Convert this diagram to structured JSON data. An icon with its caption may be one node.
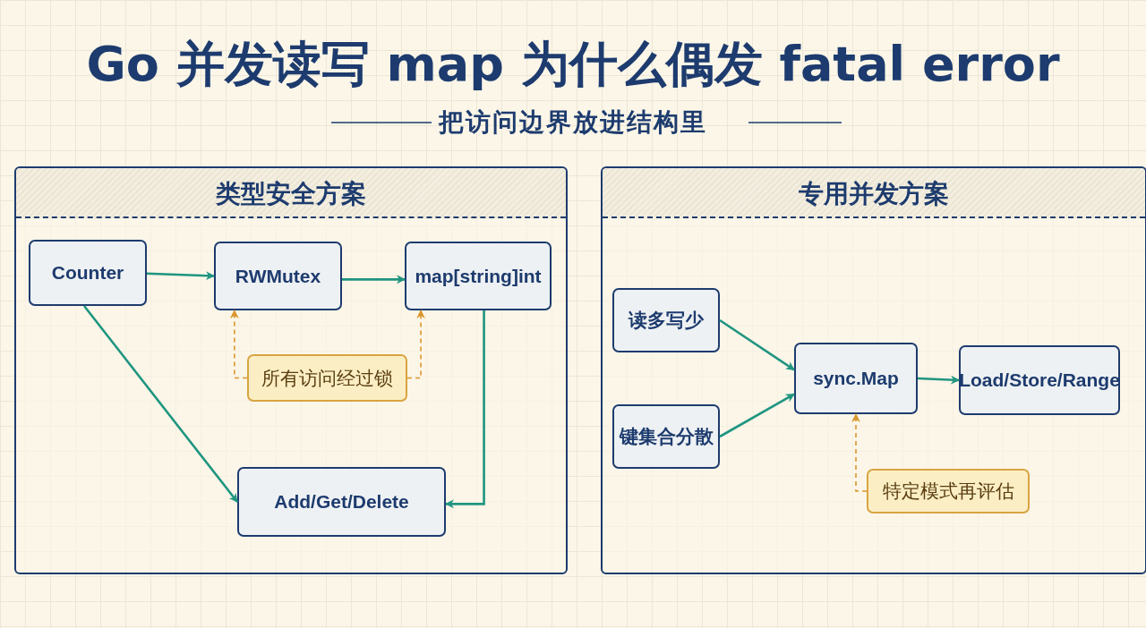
{
  "diagram": {
    "title": "Go 并发读写 map 为什么偶发 fatal error",
    "nodes": [
      {
        "text": [
          "类型安全方案"
        ]
      },
      {
        "text": [
          "Counter"
        ],
        "in": 0
      },
      {
        "text": [
          "RWMutex"
        ],
        "in": 0
      },
      {
        "text": [
          "map[string]int"
        ],
        "in": 0
      },
      {
        "text": [
          "所有访问经过锁"
        ],
        "in": 0
      },
      {
        "text": [
          "Add/Get/Delete"
        ],
        "in": 0
      },
      {
        "text": [
          "专用并发方案"
        ]
      },
      {
        "text": [
          "读多写少"
        ],
        "in": 6
      },
      {
        "text": [
          "键集合分散"
        ],
        "in": 6
      },
      {
        "text": [
          "sync.Map"
        ],
        "in": 6
      },
      {
        "text": [
          "Load/Store/Range"
        ],
        "in": 6
      },
      {
        "text": [
          "特定模式再评估"
        ],
        "in": 6
      }
    ],
    "edges": [
      {
        "from": 1,
        "to": 2,
        "arrow": "to"
      },
      {
        "from": 2,
        "to": 3,
        "arrow": "to"
      },
      {
        "from": 1,
        "to": 5,
        "arrow": "to"
      },
      {
        "from": 3,
        "to": 5,
        "arrow": "to"
      },
      {
        "from": 4,
        "to": 2,
        "arrow": "to",
        "style": "dashed",
        "color": "#d9962e"
      },
      {
        "from": 4,
        "to": 3,
        "arrow": "to",
        "style": "dashed",
        "color": "#d9962e"
      },
      {
        "from": 7,
        "to": 9,
        "arrow": "to"
      },
      {
        "from": 8,
        "to": 9,
        "arrow": "to"
      },
      {
        "from": 9,
        "to": 10,
        "arrow": "to"
      },
      {
        "from": 11,
        "to": 9,
        "arrow": "to",
        "style": "dashed",
        "color": "#d9962e"
      }
    ],
    "labels": [
      "把访问边界放进结构里"
    ]
  }
}
